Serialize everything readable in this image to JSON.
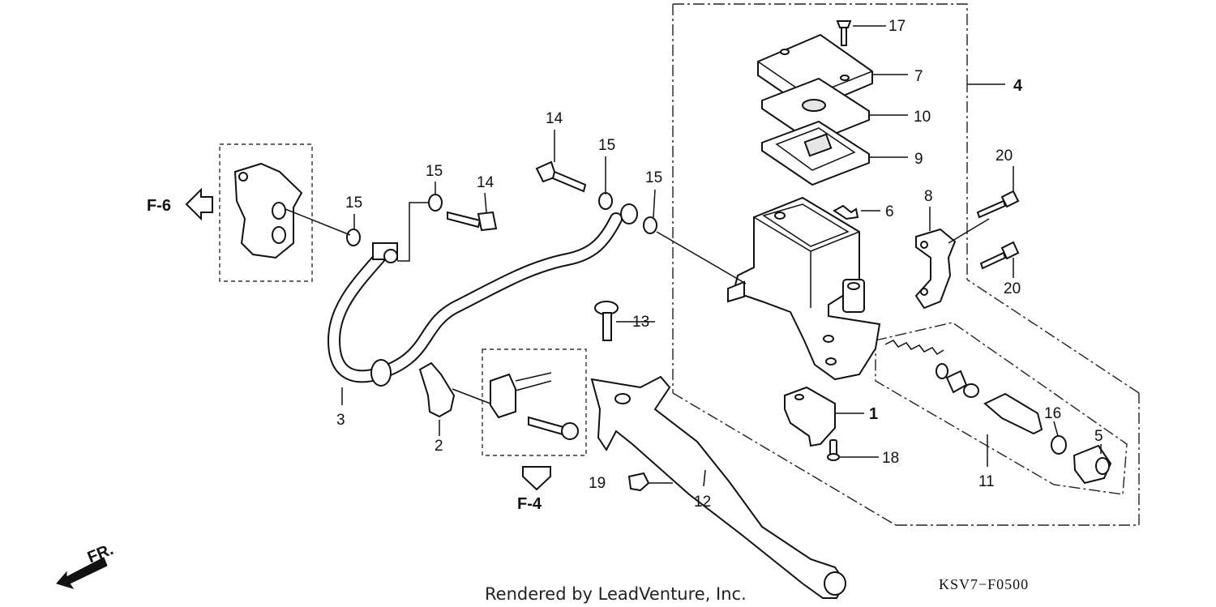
{
  "callouts": {
    "c1": "1",
    "c2": "2",
    "c3": "3",
    "c4": "4",
    "c5": "5",
    "c6": "6",
    "c7": "7",
    "c8": "8",
    "c9": "9",
    "c10": "10",
    "c11": "11",
    "c12": "12",
    "c13": "13",
    "c14a": "14",
    "c14b": "14",
    "c15a": "15",
    "c15b": "15",
    "c15c": "15",
    "c15d": "15",
    "c16": "16",
    "c17": "17",
    "c18": "18",
    "c19": "19",
    "c20a": "20",
    "c20b": "20"
  },
  "refs": {
    "f6": "F-6",
    "f4": "F-4",
    "front": "FR."
  },
  "footer": {
    "credit": "Rendered by LeadVenture, Inc.",
    "code": "KSV7−F0500"
  },
  "colors": {
    "ink": "#111111",
    "background": "#ffffff"
  }
}
